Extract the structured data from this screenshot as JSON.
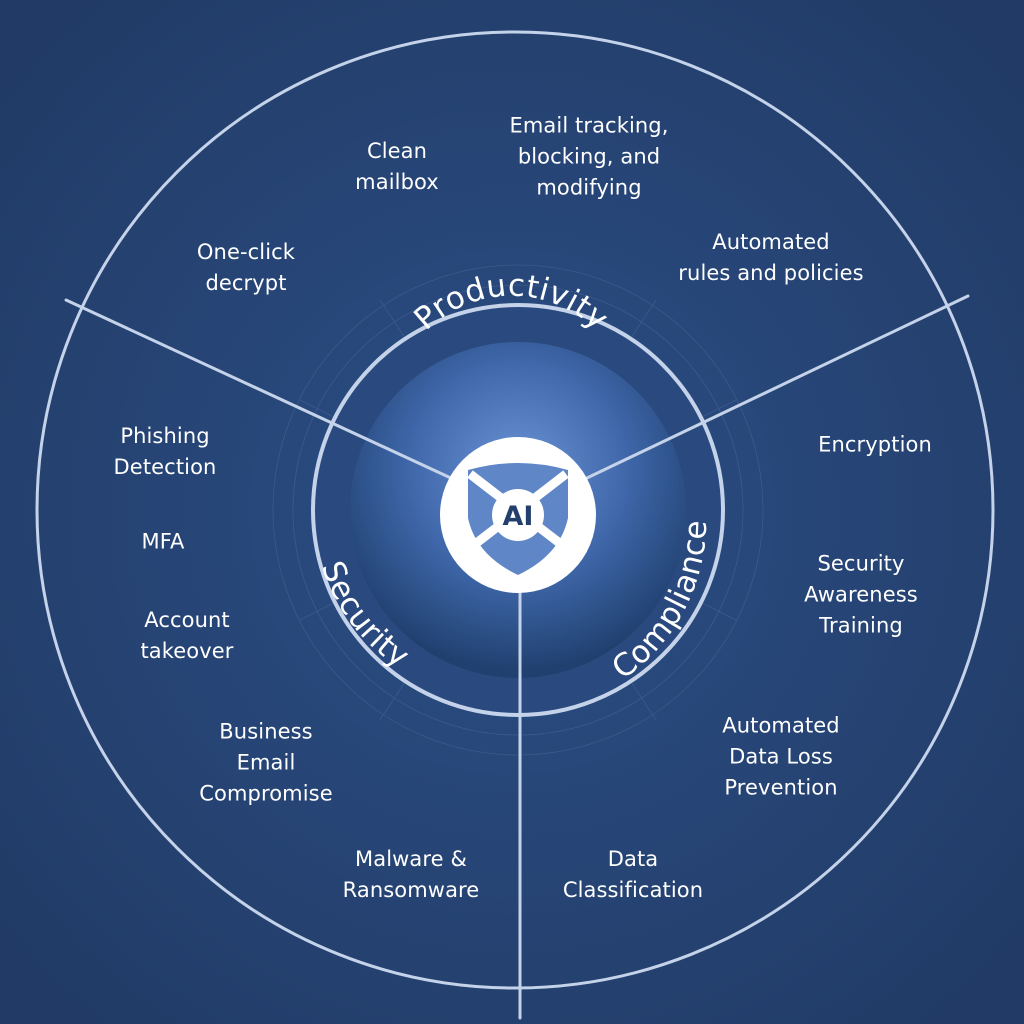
{
  "center": {
    "label": "AI",
    "icon": "shield-envelope-icon"
  },
  "sections": {
    "productivity": "Productivity",
    "security": "Security",
    "compliance": "Compliance"
  },
  "features": {
    "productivity": {
      "clean_mailbox": "Clean\nmailbox",
      "email_tracking": "Email tracking,\nblocking, and\nmodifying",
      "one_click_decrypt": "One-click\ndecrypt",
      "automated_rules": "Automated\nrules and  policies"
    },
    "security": {
      "phishing_detection": "Phishing\nDetection",
      "mfa": "MFA",
      "account_takeover": "Account\ntakeover",
      "business_email_compromise": "Business\nEmail\nCompromise",
      "malware_ransomware": "Malware &\nRansomware"
    },
    "compliance": {
      "encryption": "Encryption",
      "security_awareness_training": "Security\nAwareness\nTraining",
      "automated_dlp": "Automated\nData Loss\nPrevention",
      "data_classification": "Data\nClassification"
    }
  },
  "colors": {
    "background": "#23406d",
    "ring_line": "#c5d3ea",
    "center_glow": "#4c75b8",
    "center_white": "#ffffff",
    "shield_blue": "#5f86c6"
  }
}
